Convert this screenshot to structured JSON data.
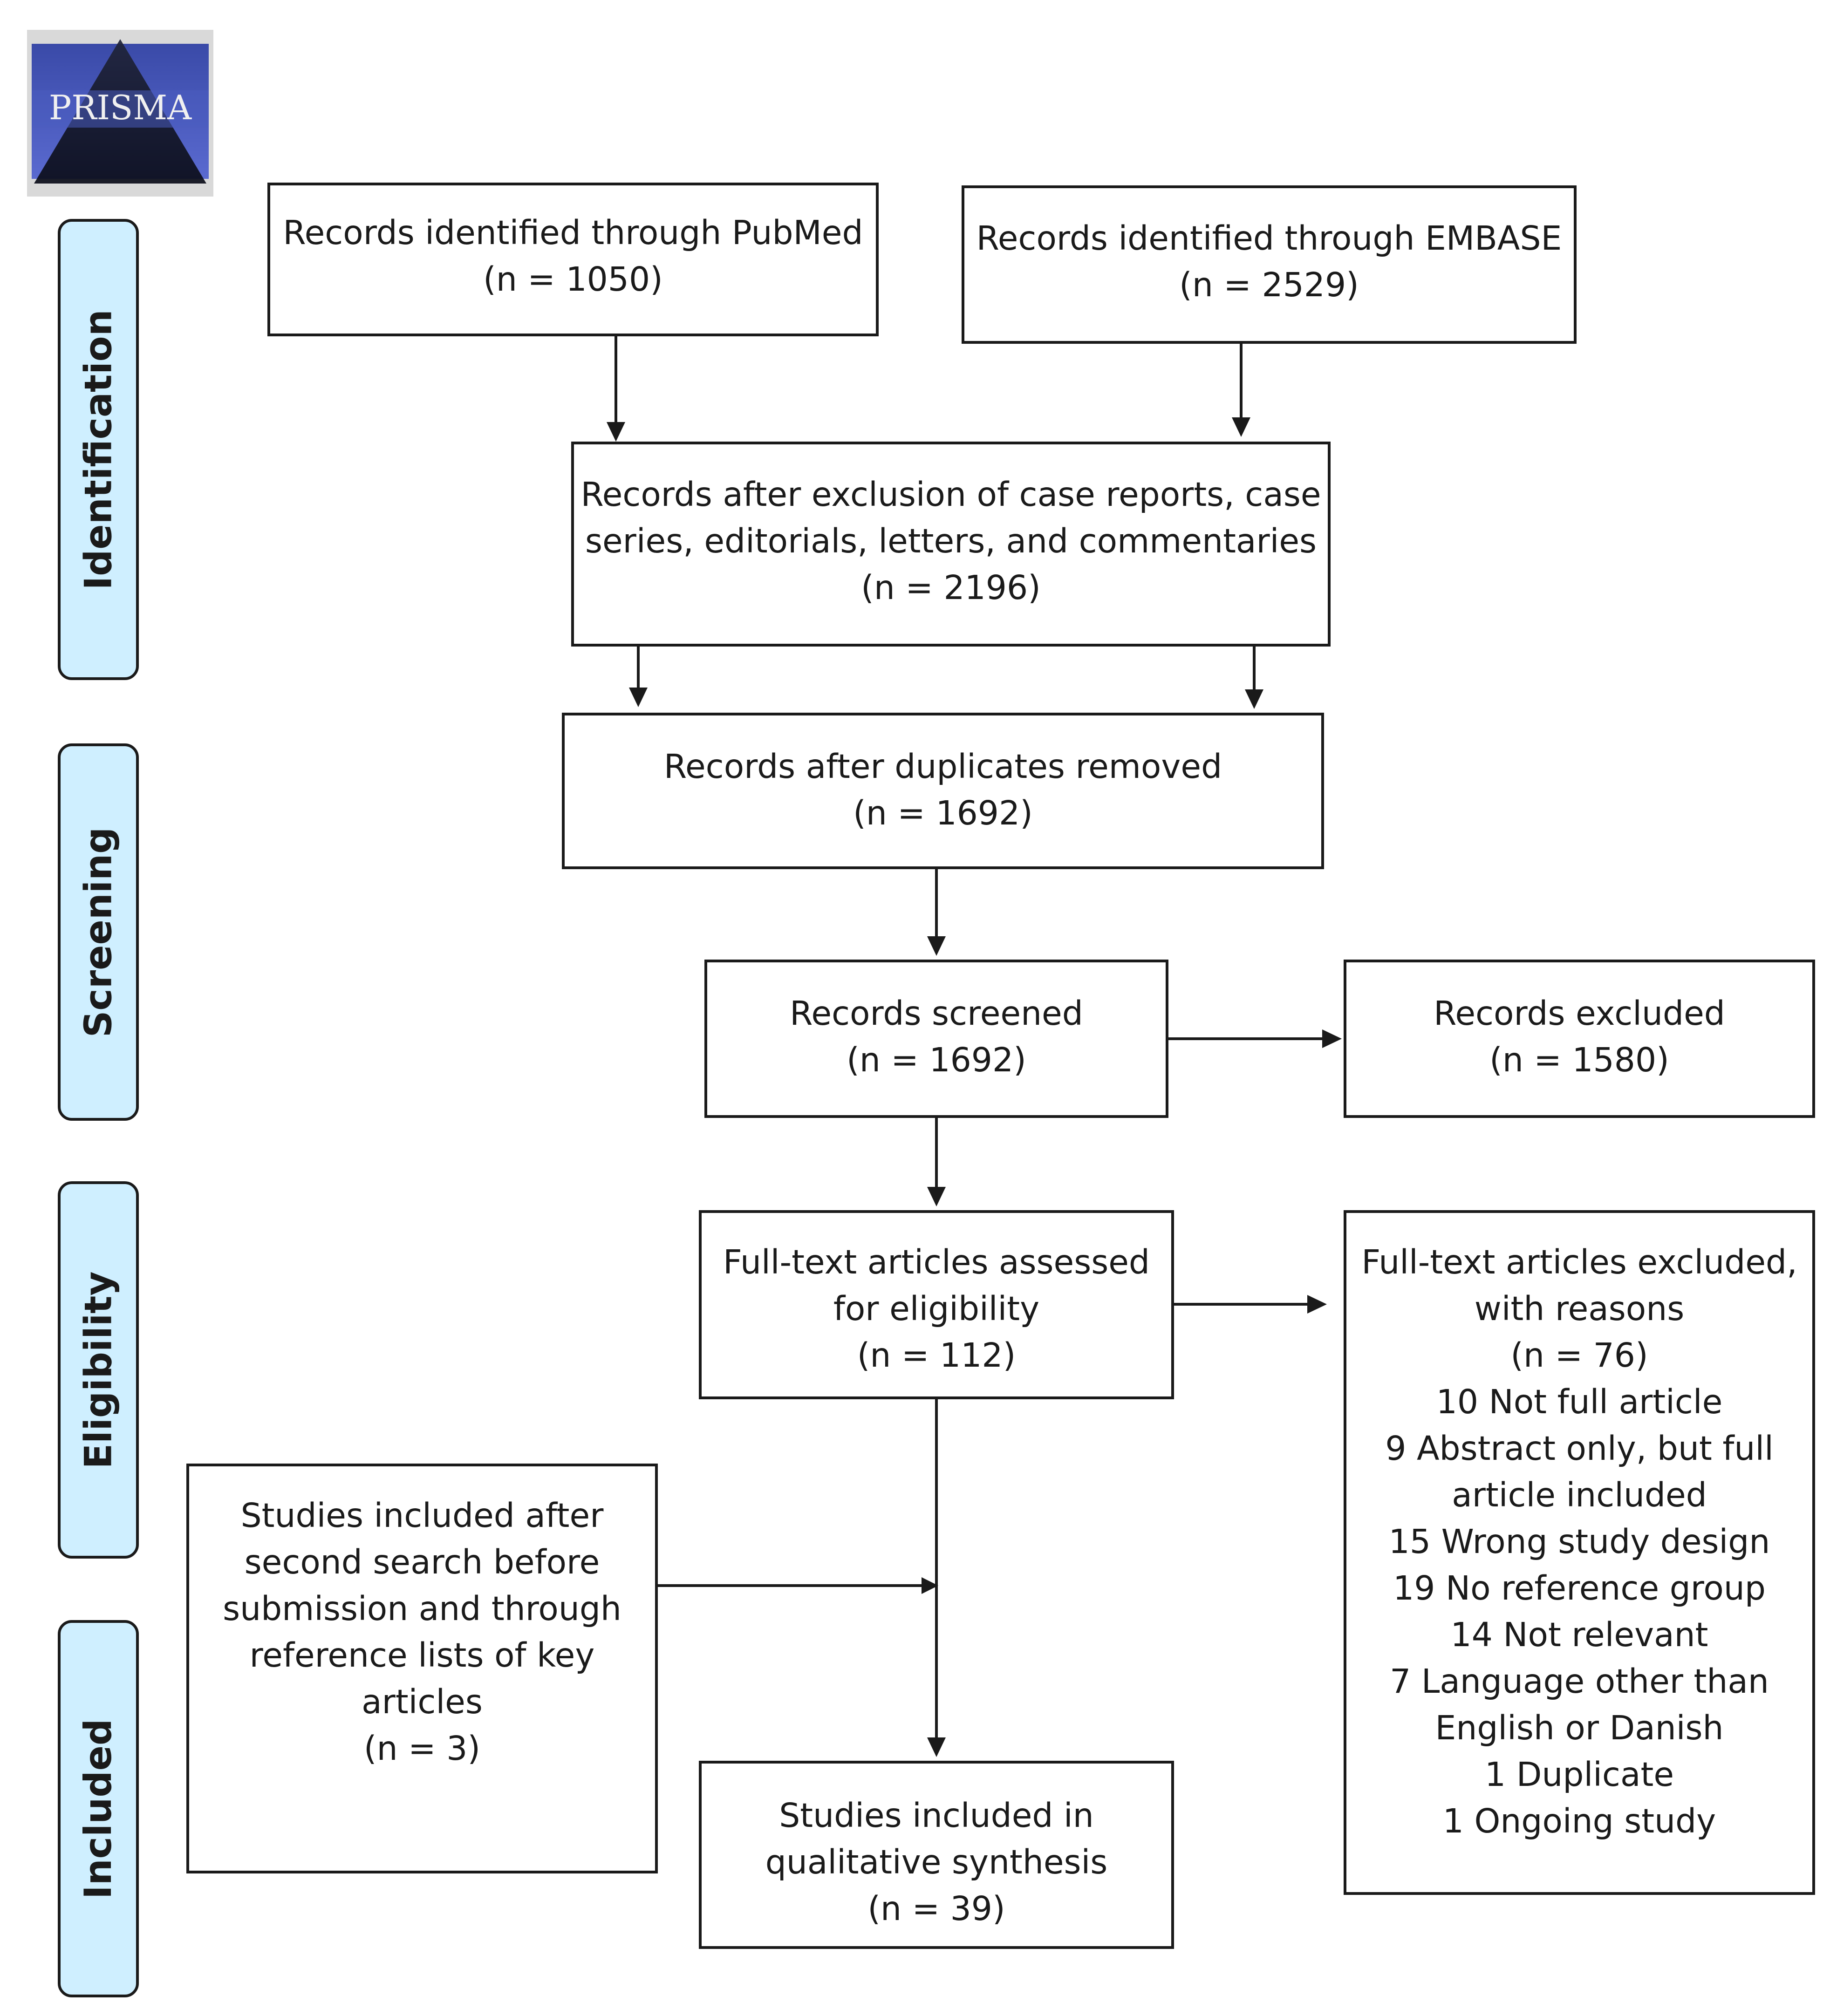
{
  "logo": {
    "text": "PRISMA"
  },
  "stages": {
    "identification": "Identification",
    "screening": "Screening",
    "eligibility": "Eligibility",
    "included": "Included"
  },
  "boxes": {
    "pubmed": {
      "line1": "Records identified through PubMed",
      "line2": "(n = 1050)"
    },
    "embase": {
      "line1": "Records identified through EMBASE",
      "line2": "(n = 2529)"
    },
    "after_exclusion": {
      "line1": "Records after exclusion of case reports, case",
      "line2": "series, editorials, letters, and commentaries",
      "line3": "(n = 2196)"
    },
    "duplicates_removed": {
      "line1": "Records after duplicates removed",
      "line2": "(n = 1692)"
    },
    "screened": {
      "line1": "Records screened",
      "line2": "(n = 1692)"
    },
    "excluded": {
      "line1": "Records excluded",
      "line2": "(n = 1580)"
    },
    "fulltext_assessed": {
      "line1": "Full-text articles assessed",
      "line2": "for eligibility",
      "line3": "(n = 112)"
    },
    "fulltext_excluded": {
      "lines": [
        "Full-text articles excluded,",
        "with reasons",
        "(n = 76)",
        "10 Not full article",
        "9 Abstract only, but full",
        "article included",
        "15 Wrong study design",
        "19 No reference group",
        "14 Not relevant",
        "7 Language other than",
        "English or Danish",
        "1 Duplicate",
        "1 Ongoing study"
      ]
    },
    "second_search": {
      "lines": [
        "Studies included after",
        "second search before",
        "submission and through",
        "reference lists of key",
        "articles",
        "(n = 3)"
      ]
    },
    "qualitative": {
      "line1": "Studies included in",
      "line2": "qualitative synthesis",
      "line3": "(n = 39)"
    }
  }
}
